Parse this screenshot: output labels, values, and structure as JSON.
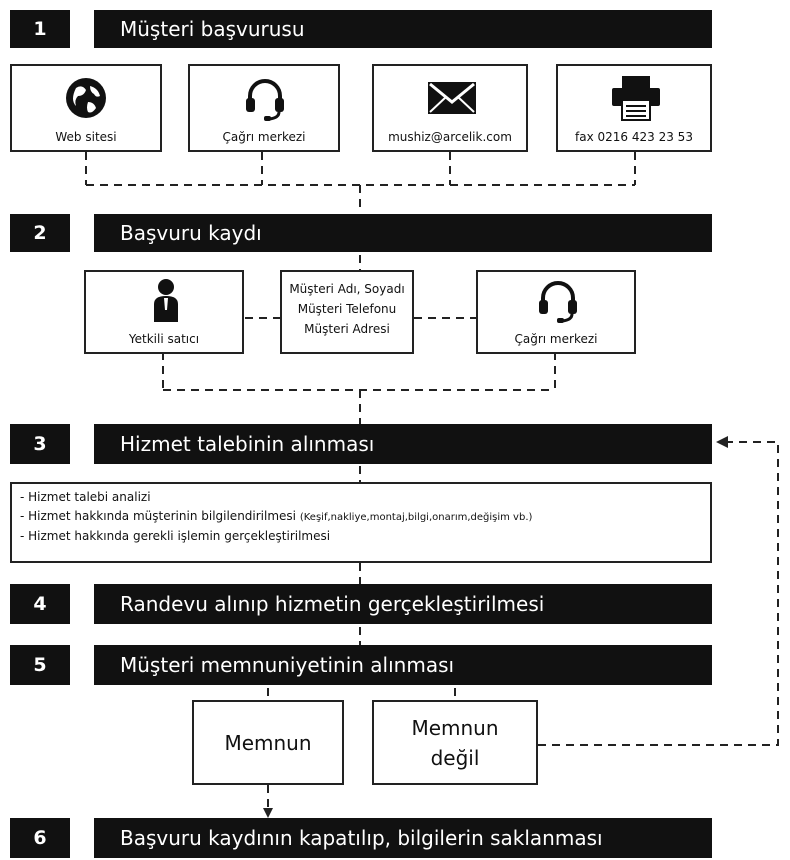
{
  "steps": [
    {
      "num": "1",
      "title": "Müşteri başvurusu"
    },
    {
      "num": "2",
      "title": "Başvuru kaydı"
    },
    {
      "num": "3",
      "title": "Hizmet talebinin alınması"
    },
    {
      "num": "4",
      "title": "Randevu alınıp hizmetin gerçekleştirilmesi"
    },
    {
      "num": "5",
      "title": "Müşteri memnuniyetinin alınması"
    },
    {
      "num": "6",
      "title": "Başvuru kaydının kapatılıp, bilgilerin saklanması"
    }
  ],
  "channels": [
    {
      "label": "Web sitesi",
      "icon": "globe-icon"
    },
    {
      "label": "Çağrı merkezi",
      "icon": "headset-icon"
    },
    {
      "label": "mushiz@arcelik.com",
      "icon": "envelope-icon"
    },
    {
      "label": "fax 0216 423 23 53",
      "icon": "fax-icon"
    }
  ],
  "registration": {
    "dealer": {
      "label": "Yetkili satıcı",
      "icon": "person-icon"
    },
    "info_lines": [
      "Müşteri Adı, Soyadı",
      "Müşteri Telefonu",
      "Müşteri Adresi"
    ],
    "callcenter": {
      "label": "Çağrı merkezi",
      "icon": "headset-icon"
    }
  },
  "service_details": [
    "- Hizmet talebi analizi",
    "- Hizmet hakkında müşterinin bilgilendirilmesi",
    "(Keşif,nakliye,montaj,bilgi,onarım,değişim vb.)",
    "- Hizmet hakkında gerekli işlemin gerçekleştirilmesi"
  ],
  "satisfaction": {
    "yes": "Memnun",
    "no_line1": "Memnun",
    "no_line2": "değil"
  }
}
